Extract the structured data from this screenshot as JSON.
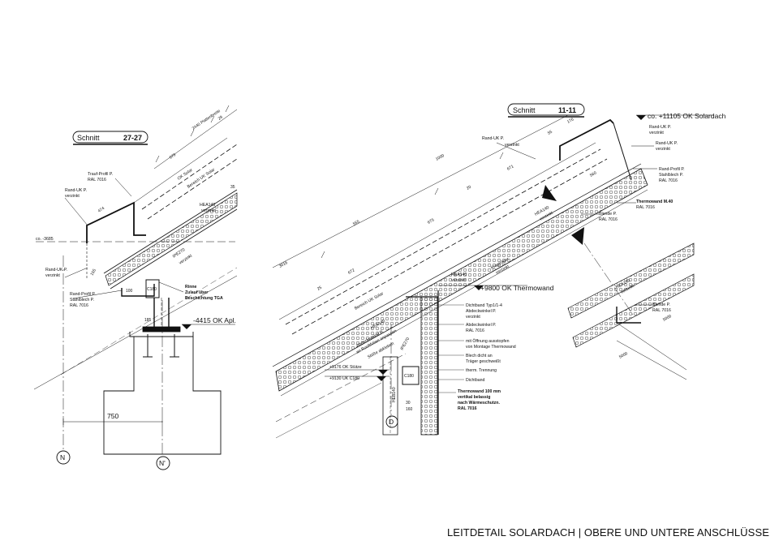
{
  "caption": "LEITDETAIL SOLARDACH | OBERE UND UNTERE ANSCHLÜSSE",
  "colors": {
    "ink": "#111111",
    "paper": "#ffffff"
  },
  "left": {
    "title": "Schnitt",
    "number": "27-27",
    "labels": {
      "trauf": "Trauf-Profil P.",
      "trauf_ral": "RAL 7016",
      "randuk": "Rand-UK P.",
      "verzinkt": "verzinkt",
      "co": "co. -3685",
      "randuk2": "Rand-UK P.",
      "verzinkt2": "verzinkt",
      "randprofil": "Rand-Profil P.",
      "stahlblech": "Stahlblech P.",
      "ral": "RAL 7016",
      "ok_solar": "OK Solar",
      "bereich": "Bereich UK Solar",
      "hea": "HEA140",
      "hea_v": "verzinkt",
      "ipe": "IPE270",
      "ipe_v": "verzinkt",
      "rinne": "Rinne",
      "zulauf": "Zulauf über",
      "besch": "Beschichtung TGA",
      "ok_api": "-4415 OK Apl.",
      "c180": "C180",
      "dim_750": "750",
      "dim_2440": "2440 Plattenbreite",
      "dim_29": "29",
      "dim_679": "679",
      "dim_474": "474",
      "dim_155": "155",
      "dim_100": "100",
      "dim_185": "185",
      "dim_35": "35"
    },
    "axis_n": "N",
    "axis_n2": "N'"
  },
  "right": {
    "title": "Schnitt",
    "number": "11-11",
    "labels": {
      "co_top": "co. +11105 OK Solardach",
      "randuk": "Rand-UK P.",
      "verzinkt": "verzinkt",
      "randuk_r": "Rand-UK P.",
      "verzinkt_r": "verzinkt",
      "randprofil": "Rand-Profil P.",
      "stahlblech": "Stahlblech P.",
      "ral_r": "RAL 7016",
      "thermowand": "Thermowand M.40",
      "thermo_ral": "RAL 7016",
      "blende": "Blende P.",
      "blende_ral": "RAL 7016",
      "hea_a": "HEA140",
      "hea_a_v": "verzinkt",
      "hea_b": "HEA140",
      "hea_b_v": "verzinkt",
      "kragtraeger": "Kragträger",
      "kragtraeger_v": "verzinkt",
      "ok_thermo": "+9800 OK Thermowand",
      "dichtband": "Dichtband Typ1/1-4",
      "abdeck1": "Abdeckwinkel P.",
      "abdeck1_v": "verzinkt",
      "abdeck2": "Abdeckwinkel P.",
      "abdeck2_ral": "RAL 7016",
      "oeffnung1": "mit Öffnung ausstopfen",
      "oeffnung2": "von Montage Thermowand",
      "blech1": "Blech dicht an",
      "blech2": "Träger geschweißt",
      "therm": "therm. Trennung",
      "dichtband2": "Dichtband",
      "thermo100": "Thermowand 100 mm",
      "thermo100b": "vertikal belassig",
      "thermo100c": "nach Wärmeschutzn.",
      "thermo100d": "RAL 7016",
      "abdeckw_l": "Abdeckwinkel P.",
      "abdeckw_l2": "an Rooftfolien anpassen",
      "abdeckw_l3": "Stöße abkleben",
      "hea_l": "HEA140",
      "ipe": "IPE270",
      "bereich": "Bereich UK Solar",
      "ok_stuetze": "+9176 OK Stütze",
      "uk_c180": "+9130 UK C180",
      "c180": "C180",
      "heb": "HEB140",
      "dim_1000": "1000",
      "dim_555": "555",
      "dim_675": "675",
      "dim_3016": "3016",
      "dim_672": "672",
      "dim_671": "671",
      "dim_25": "25",
      "dim_20": "20",
      "dim_176": "176",
      "dim_55": "55",
      "dim_160": "160",
      "dim_30": "30",
      "dim_5000a": "5000",
      "dim_5000b": "5000",
      "dim_560": "560",
      "blende_d": "Blende P.",
      "blende_d_ral": "RAL 7016",
      "hea_d": "HEA140",
      "hea_d_v": "verzinkt"
    },
    "axis_d": "D"
  }
}
